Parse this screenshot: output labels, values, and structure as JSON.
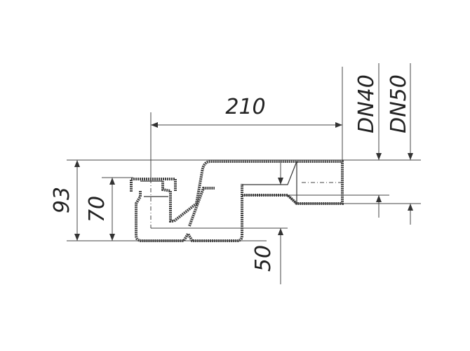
{
  "drawing": {
    "dimensions": {
      "length": "210",
      "total_height": "93",
      "outlet_height": "70",
      "water_seal": "50",
      "outlet_dn40": "DN40",
      "outlet_dn50": "DN50"
    },
    "line_color": "#444444"
  }
}
